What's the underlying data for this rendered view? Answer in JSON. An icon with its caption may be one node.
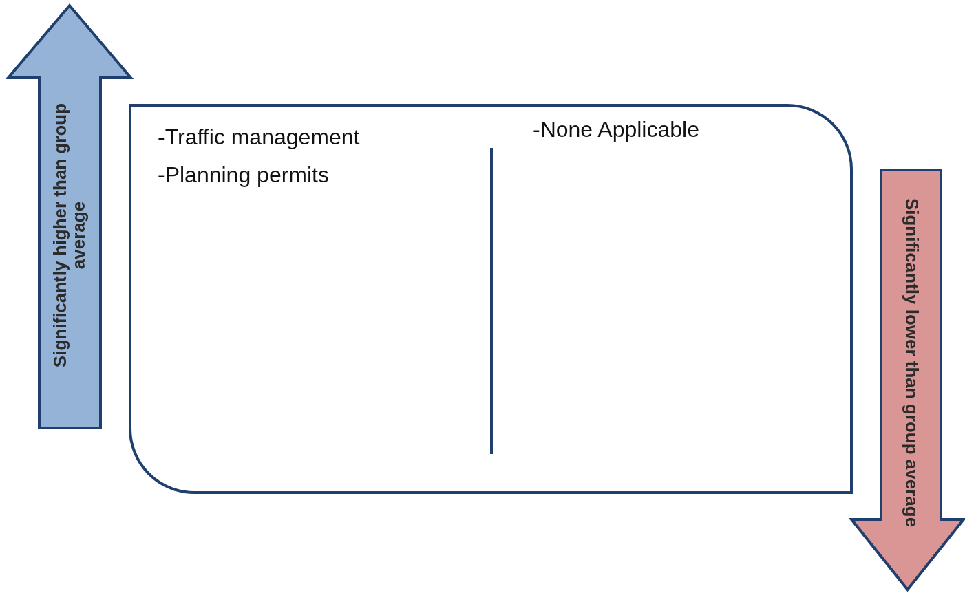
{
  "diagram": {
    "nodes": [
      {
        "text": [
          "Significantly higher than group average"
        ]
      },
      {
        "text": [
          "-Traffic management",
          "-Planning permits",
          "-None Applicable"
        ]
      },
      {
        "text": [
          "Significantly lower than group average"
        ]
      }
    ]
  }
}
